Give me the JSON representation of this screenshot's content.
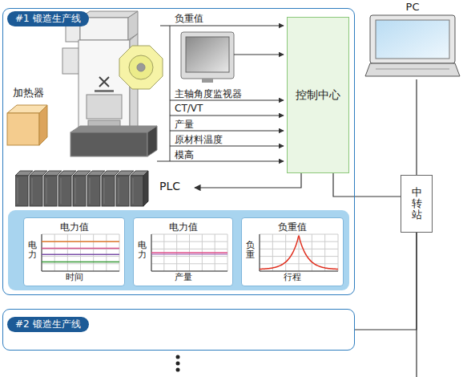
{
  "diagram": {
    "nodes": [
      {
        "text": [
          "#1 锻造生产线"
        ]
      },
      {
        "text": [
          "加热器"
        ],
        "in": 0
      },
      {
        "text": [
          "控制中心"
        ],
        "in": 0
      },
      {
        "text": [
          "PLC"
        ],
        "in": 0
      },
      {
        "text": [
          "电力值",
          "电力",
          "时间"
        ],
        "in": 0
      },
      {
        "text": [
          "电力值",
          "电力",
          "产量"
        ],
        "in": 0
      },
      {
        "text": [
          "负重值",
          "负重",
          "行程"
        ],
        "in": 0
      },
      {
        "text": [
          "PC"
        ]
      },
      {
        "text": [
          "中转站"
        ]
      },
      {
        "text": [
          "#2 锻造生产线"
        ]
      }
    ],
    "edges": [
      {
        "from": 2,
        "to": 3,
        "arrow": "to"
      },
      {
        "from": 2,
        "to": 8,
        "arrow": "none"
      },
      {
        "from": 7,
        "to": 8,
        "arrow": "none"
      },
      {
        "from": 8,
        "to": 9,
        "arrow": "none"
      }
    ],
    "labels": [
      "负重值",
      "主轴角度监视器",
      "CT/VT",
      "产量",
      "原材料温度",
      "模高"
    ]
  }
}
